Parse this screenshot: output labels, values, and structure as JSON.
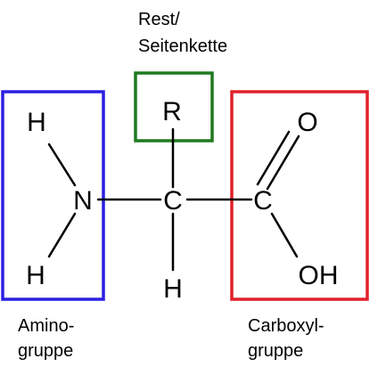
{
  "atoms": {
    "h_top_left": "H",
    "nitrogen": "N",
    "h_bottom_left": "H",
    "r_group": "R",
    "carbon_alpha": "C",
    "h_alpha": "H",
    "carbon_carboxyl": "C",
    "oxygen_double": "O",
    "hydroxyl": "OH"
  },
  "labels": {
    "rest_line1": "Rest/",
    "rest_line2": "Seitenkette",
    "amino_line1": "Amino-",
    "amino_line2": "gruppe",
    "carboxyl_line1": "Carboxyl-",
    "carboxyl_line2": "gruppe"
  },
  "colors": {
    "amino_box": "#2b1fe0",
    "rest_box": "#1f7a1f",
    "carboxyl_box": "#e0202a",
    "bond": "#000000",
    "text": "#000000"
  }
}
